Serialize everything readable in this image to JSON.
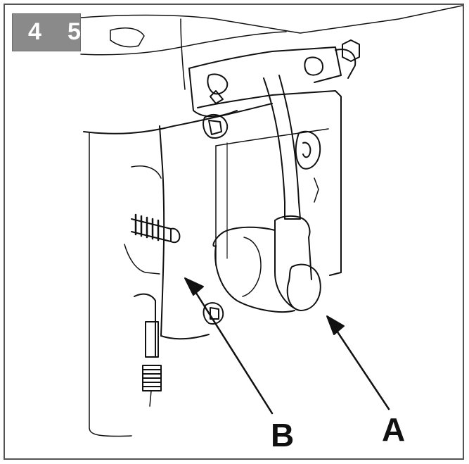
{
  "figure": {
    "badge": {
      "digit_1": "4",
      "digit_2": "5"
    },
    "callouts": {
      "a": "A",
      "b": "B"
    },
    "colors": {
      "line": "#111111",
      "badge_fill": "#8a8a8a",
      "frame": "#555555"
    },
    "parts": {
      "a": "angled-hose-connector",
      "b": "mounting-bracket"
    }
  }
}
